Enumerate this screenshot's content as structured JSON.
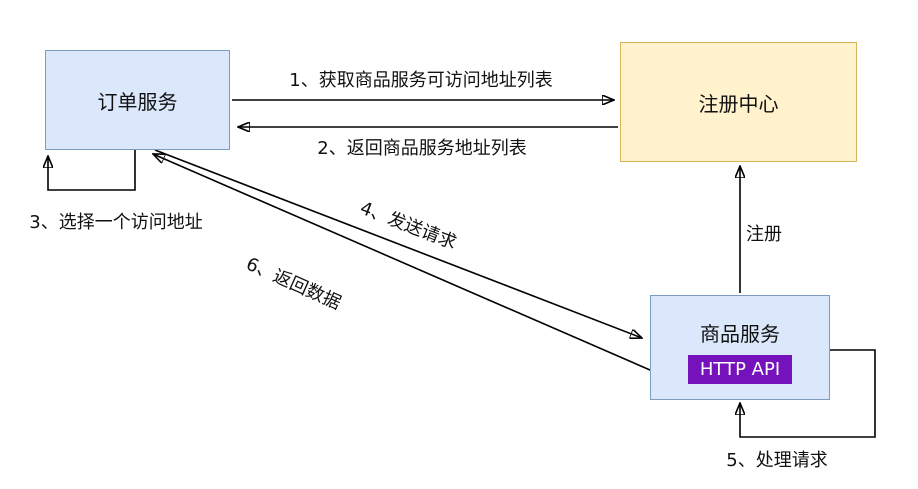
{
  "colors": {
    "canvas_bg": "#ffffff",
    "blue_node_fill": "#dbe8fc",
    "blue_node_border": "#7e9cc0",
    "yellow_node_fill": "#fff2cc",
    "yellow_node_border": "#d6b656",
    "badge_bg": "#7612bb",
    "badge_text": "#ffffff",
    "arrow_color": "#000000",
    "text_color": "#111111"
  },
  "nodes": {
    "order_service": {
      "label": "订单服务"
    },
    "registry_center": {
      "label": "注册中心"
    },
    "product_service": {
      "label": "商品服务",
      "badge": "HTTP API"
    }
  },
  "edges": {
    "get_address_list": {
      "label": "1、获取商品服务可访问地址列表"
    },
    "return_address_list": {
      "label": "2、返回商品服务地址列表"
    },
    "choose_address": {
      "label": "3、选择一个访问地址"
    },
    "send_request": {
      "label": "4、发送请求"
    },
    "handle_request": {
      "label": "5、处理请求"
    },
    "return_data": {
      "label": "6、返回数据"
    },
    "register": {
      "label": "注册"
    }
  }
}
